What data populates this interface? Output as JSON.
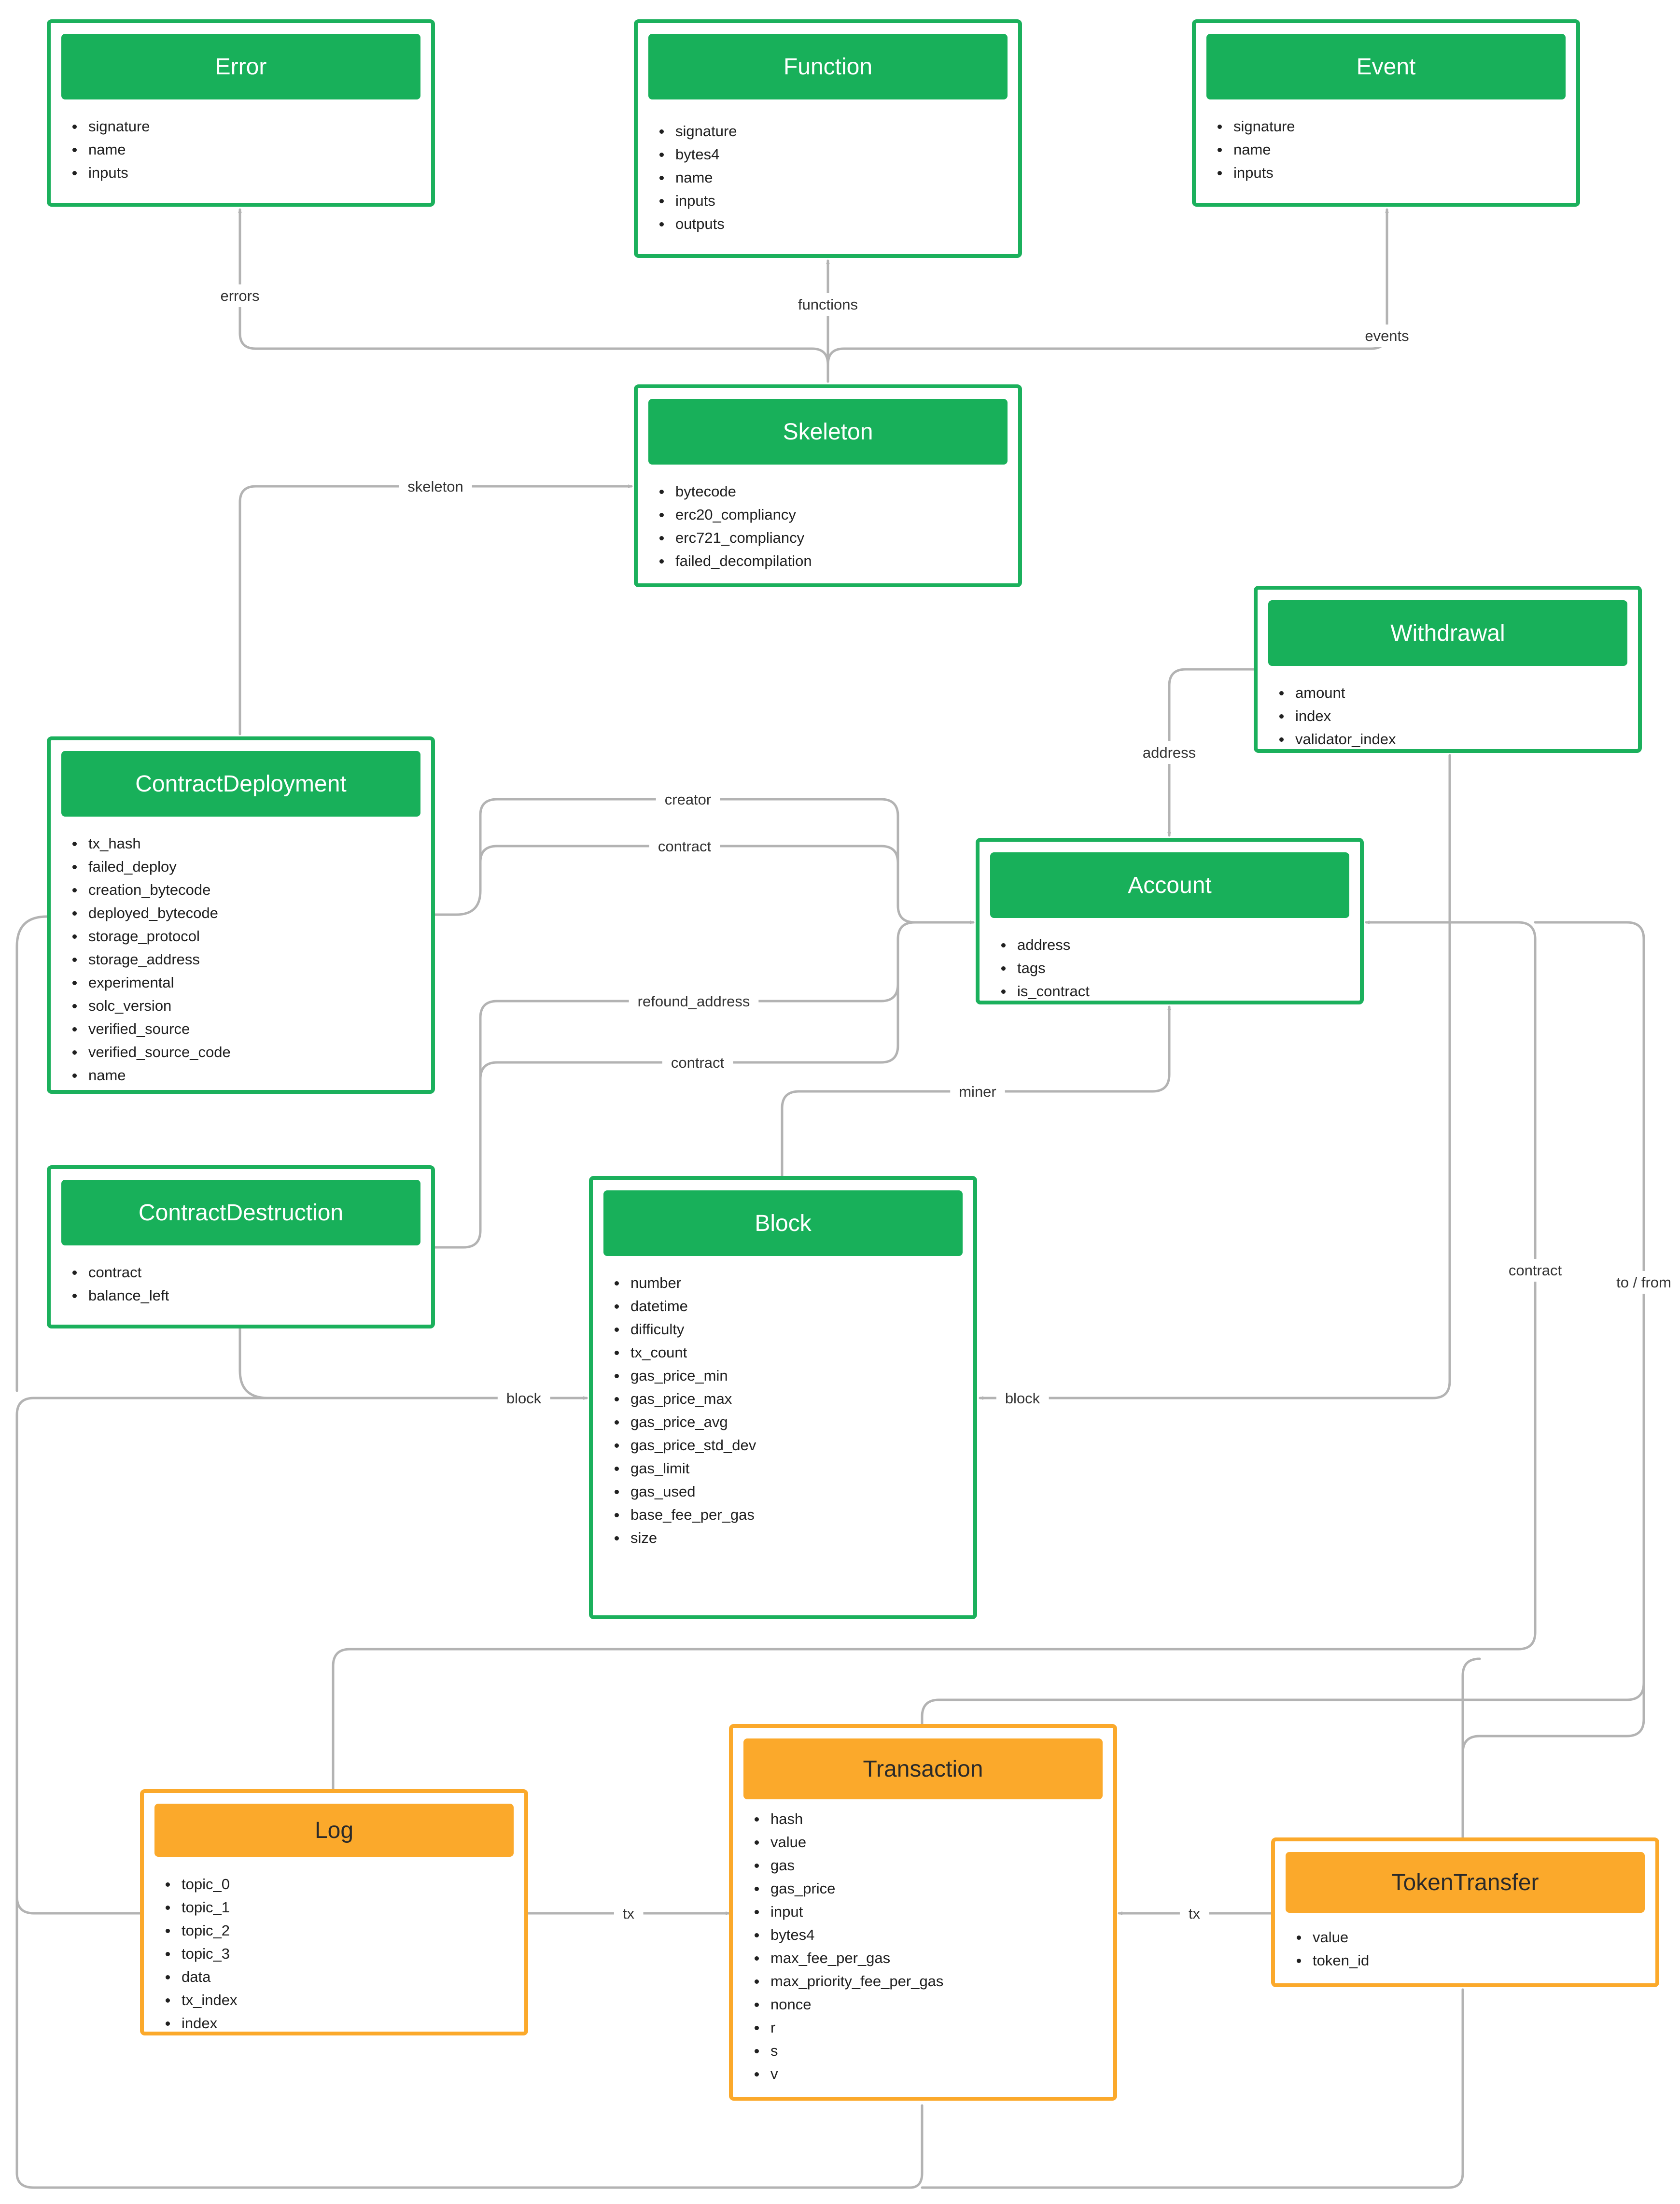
{
  "entities": {
    "error": {
      "title": "Error",
      "fields": [
        "signature",
        "name",
        "inputs"
      ],
      "color": "#1bb05c"
    },
    "function": {
      "title": "Function",
      "fields": [
        "signature",
        "bytes4",
        "name",
        "inputs",
        "outputs"
      ],
      "color": "#1bb05c"
    },
    "event": {
      "title": "Event",
      "fields": [
        "signature",
        "name",
        "inputs"
      ],
      "color": "#1bb05c"
    },
    "skeleton": {
      "title": "Skeleton",
      "fields": [
        "bytecode",
        "erc20_compliancy",
        "erc721_compliancy",
        "failed_decompilation"
      ],
      "color": "#1bb05c"
    },
    "withdrawal": {
      "title": "Withdrawal",
      "fields": [
        "amount",
        "index",
        "validator_index"
      ],
      "color": "#1bb05c"
    },
    "contract_deployment": {
      "title": "ContractDeployment",
      "fields": [
        "tx_hash",
        "failed_deploy",
        "creation_bytecode",
        "deployed_bytecode",
        "storage_protocol",
        "storage_address",
        "experimental",
        "solc_version",
        "verified_source",
        "verified_source_code",
        "name"
      ],
      "color": "#1bb05c"
    },
    "account": {
      "title": "Account",
      "fields": [
        "address",
        "tags",
        "is_contract"
      ],
      "color": "#1bb05c"
    },
    "contract_destruction": {
      "title": "ContractDestruction",
      "fields": [
        "contract",
        "balance_left"
      ],
      "color": "#1bb05c"
    },
    "block": {
      "title": "Block",
      "fields": [
        "number",
        "datetime",
        "difficulty",
        "tx_count",
        "gas_price_min",
        "gas_price_max",
        "gas_price_avg",
        "gas_price_std_dev",
        "gas_limit",
        "gas_used",
        "base_fee_per_gas",
        "size"
      ],
      "color": "#1bb05c"
    },
    "log": {
      "title": "Log",
      "fields": [
        "topic_0",
        "topic_1",
        "topic_2",
        "topic_3",
        "data",
        "tx_index",
        "index"
      ],
      "color": "#fba92b"
    },
    "transaction": {
      "title": "Transaction",
      "fields": [
        "hash",
        "value",
        "gas",
        "gas_price",
        "input",
        "bytes4",
        "max_fee_per_gas",
        "max_priority_fee_per_gas",
        "nonce",
        "r",
        "s",
        "v"
      ],
      "color": "#fba92b"
    },
    "token_transfer": {
      "title": "TokenTransfer",
      "fields": [
        "value",
        "token_id"
      ],
      "color": "#fba92b"
    }
  },
  "edges": [
    {
      "id": "errors",
      "from": "Skeleton",
      "to": "Error",
      "label": "errors"
    },
    {
      "id": "functions",
      "from": "Skeleton",
      "to": "Function",
      "label": "functions"
    },
    {
      "id": "events",
      "from": "Skeleton",
      "to": "Event",
      "label": "events"
    },
    {
      "id": "skeleton",
      "from": "ContractDeployment",
      "to": "Skeleton",
      "label": "skeleton"
    },
    {
      "id": "address",
      "from": "Withdrawal",
      "to": "Account",
      "label": "address"
    },
    {
      "id": "creator",
      "from": "ContractDeployment",
      "to": "Account",
      "label": "creator"
    },
    {
      "id": "contract-deploy",
      "from": "ContractDeployment",
      "to": "Account",
      "label": "contract"
    },
    {
      "id": "refound-address",
      "from": "ContractDestruction",
      "to": "Account",
      "label": "refound_address"
    },
    {
      "id": "contract-destruct",
      "from": "ContractDestruction",
      "to": "Account",
      "label": "contract"
    },
    {
      "id": "miner",
      "from": "Block",
      "to": "Account",
      "label": "miner"
    },
    {
      "id": "block-left",
      "from": "ContractDestruction",
      "to": "Block",
      "label": "block"
    },
    {
      "id": "block-right",
      "from": "Withdrawal",
      "to": "Block",
      "label": "block"
    },
    {
      "id": "contract-log",
      "from": "Log",
      "to": "Account",
      "label": "contract"
    },
    {
      "id": "to-from",
      "from": "Transaction",
      "to": "Account",
      "label": "to / from"
    },
    {
      "id": "tx-log",
      "from": "Log",
      "to": "Transaction",
      "label": "tx"
    },
    {
      "id": "tx-token",
      "from": "TokenTransfer",
      "to": "Transaction",
      "label": "tx"
    }
  ]
}
